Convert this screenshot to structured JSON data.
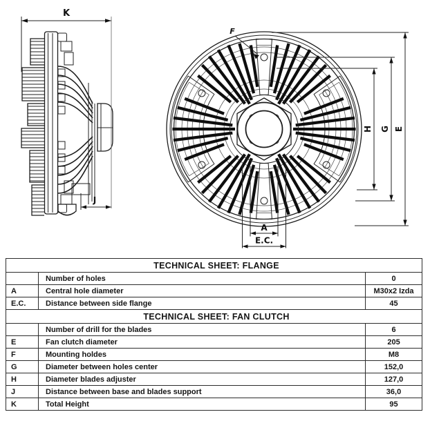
{
  "drawing": {
    "dimension_labels": {
      "k": "K",
      "j": "J",
      "f": "F",
      "a": "A",
      "ec": "E.C.",
      "h": "H",
      "g": "G",
      "e": "E"
    }
  },
  "table": {
    "sections": [
      {
        "title": "TECHNICAL SHEET: FLANGE",
        "rows": [
          {
            "key": "",
            "desc": "Number of holes",
            "value": "0"
          },
          {
            "key": "A",
            "desc": "Central hole diameter",
            "value": "M30x2 Izda"
          },
          {
            "key": "E.C.",
            "desc": "Distance between side flange",
            "value": "45"
          }
        ]
      },
      {
        "title": "TECHNICAL SHEET: FAN CLUTCH",
        "rows": [
          {
            "key": "",
            "desc": "Number of drill for the blades",
            "value": "6"
          },
          {
            "key": "E",
            "desc": "Fan clutch diameter",
            "value": "205"
          },
          {
            "key": "F",
            "desc": "Mounting holdes",
            "value": "M8"
          },
          {
            "key": "G",
            "desc": "Diameter between holes center",
            "value": "152,0"
          },
          {
            "key": "H",
            "desc": "Diameter blades adjuster",
            "value": "127,0"
          },
          {
            "key": "J",
            "desc": "Distance between base and blades support",
            "value": "36,0"
          },
          {
            "key": "K",
            "desc": "Total Height",
            "value": "95"
          }
        ]
      }
    ]
  }
}
